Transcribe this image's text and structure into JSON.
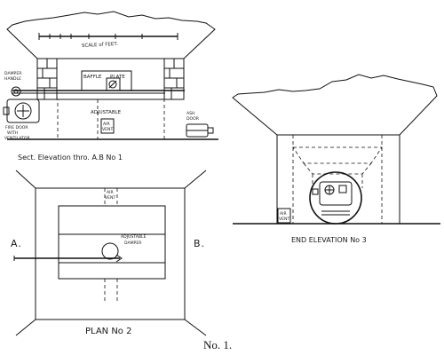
{
  "views": {
    "section": {
      "scale_label": "SCALE of FEET.",
      "baffle_label": "BAFFLE",
      "plate_label": "PLATE",
      "damper_handle_label": "DAMPER HANDLE",
      "fire_door_label": "FIRE DOOR WITH VENTILATOR",
      "adjustable_label": "ADJUSTABLE",
      "air_vent_label": "AIR VENT",
      "ash_door_label": "ASH DOOR",
      "caption": "Sect. Elevation thro. A.B No 1"
    },
    "plan": {
      "air_vent_label": "AIR VENT",
      "adjustable_damper_label": "ADJUSTABLE DAMPER",
      "marker_a": "A.",
      "marker_b": "B.",
      "caption": "PLAN No 2"
    },
    "end": {
      "air_vent_label": "AIR VENT",
      "caption": "END ELEVATION No 3"
    }
  },
  "figure_caption": "No. 1."
}
